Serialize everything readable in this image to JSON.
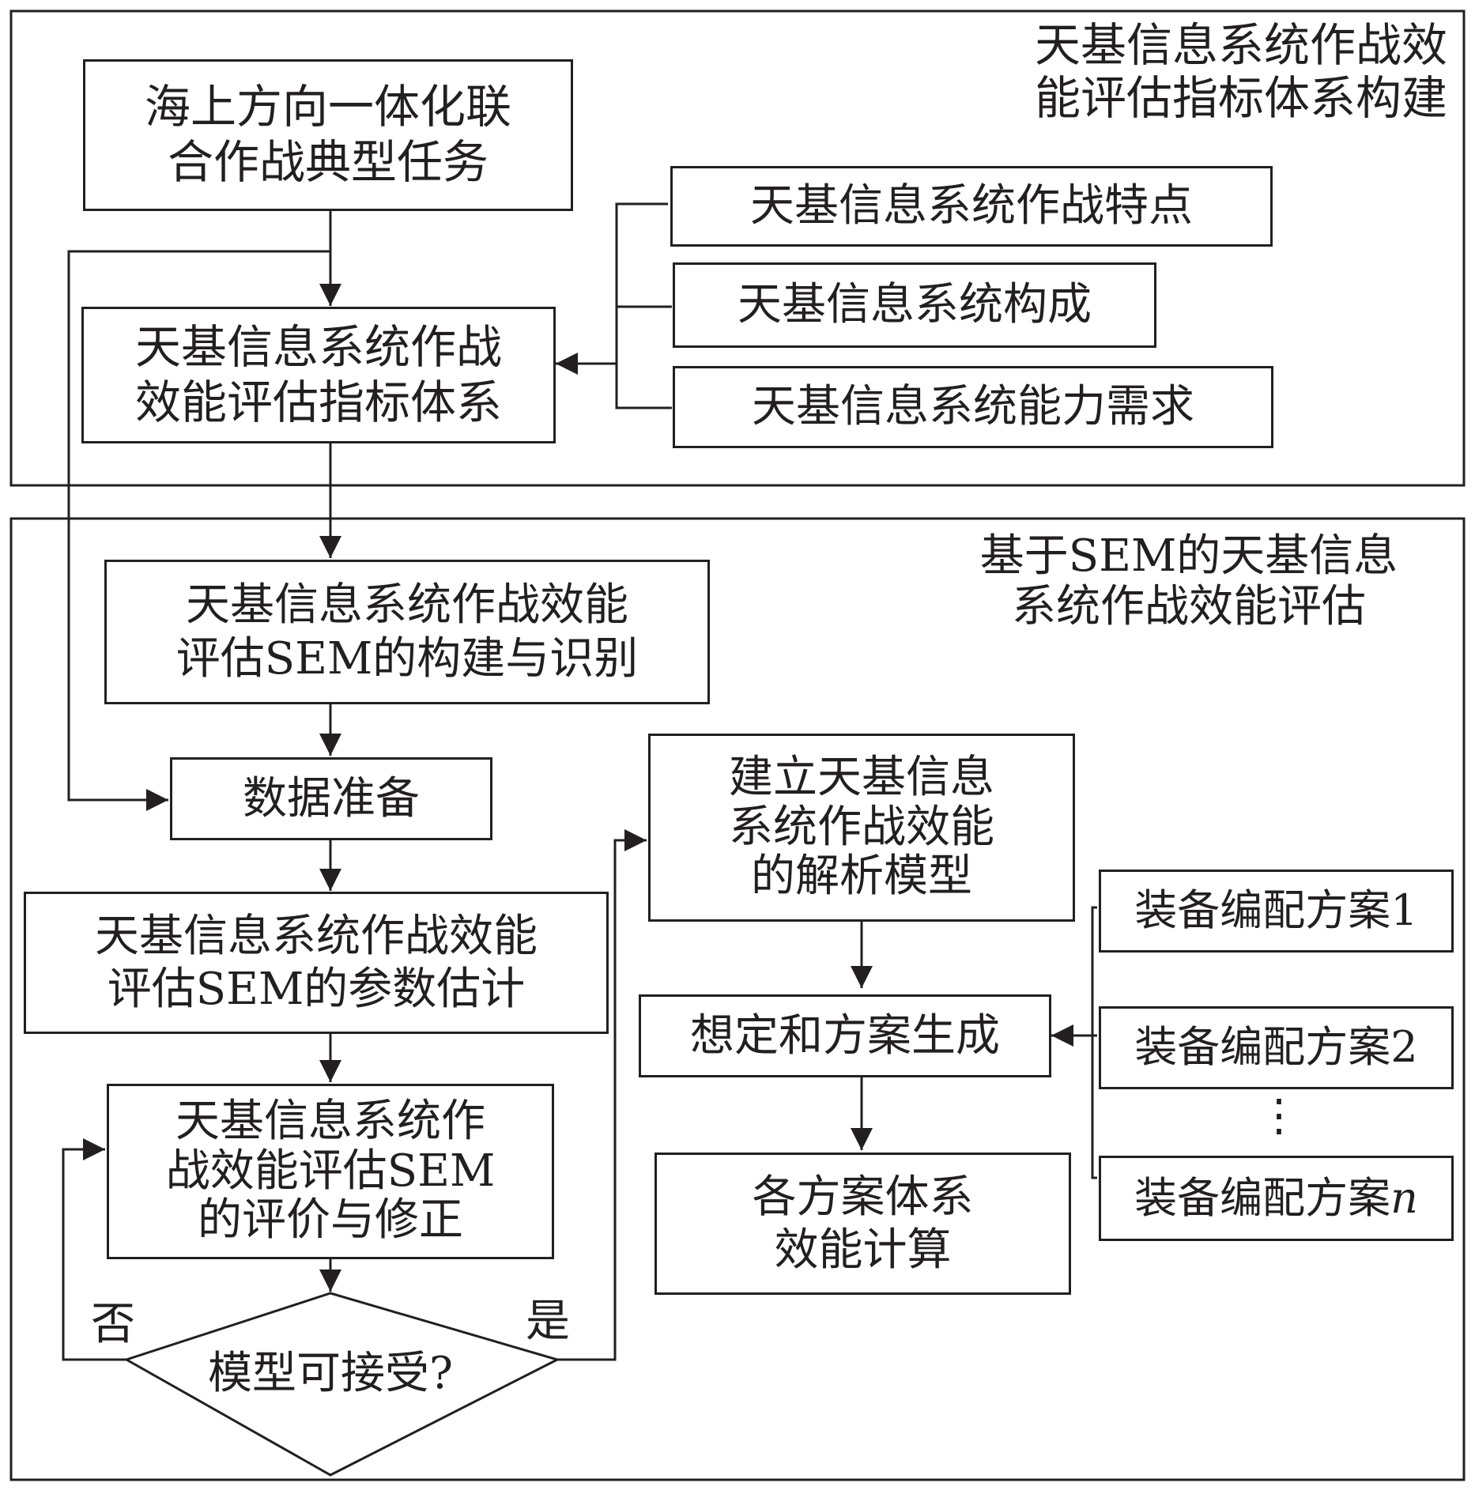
{
  "sections": {
    "top_title_line1": "天基信息系统作战效",
    "top_title_line2": "能评估指标体系构建",
    "bottom_title_line1": "基于SEM的天基信息",
    "bottom_title_line2": "系统作战效能评估"
  },
  "nodes": {
    "typical_task": [
      "海上方向一体化联",
      "合作战典型任务"
    ],
    "characteristics": "天基信息系统作战特点",
    "composition": "天基信息系统构成",
    "capability_needs": "天基信息系统能力需求",
    "index_system": [
      "天基信息系统作战",
      "效能评估指标体系"
    ],
    "sem_build": [
      "天基信息系统作战效能",
      "评估SEM的构建与识别"
    ],
    "data_prep": "数据准备",
    "sem_param": [
      "天基信息系统作战效能",
      "评估SEM的参数估计"
    ],
    "sem_eval": [
      "天基信息系统作",
      "战效能评估SEM",
      "的评价与修正"
    ],
    "decision": "模型可接受?",
    "no_label": "否",
    "yes_label": "是",
    "analytic_model": [
      "建立天基信息",
      "系统作战效能",
      "的解析模型"
    ],
    "scenario_gen": "想定和方案生成",
    "scheme_1": "装备编配方案1",
    "scheme_2": "装备编配方案2",
    "scheme_ellipsis": "⋮",
    "scheme_n_prefix": "装备编配方案",
    "scheme_n_suffix": "n",
    "calc": [
      "各方案体系",
      "效能计算"
    ]
  }
}
